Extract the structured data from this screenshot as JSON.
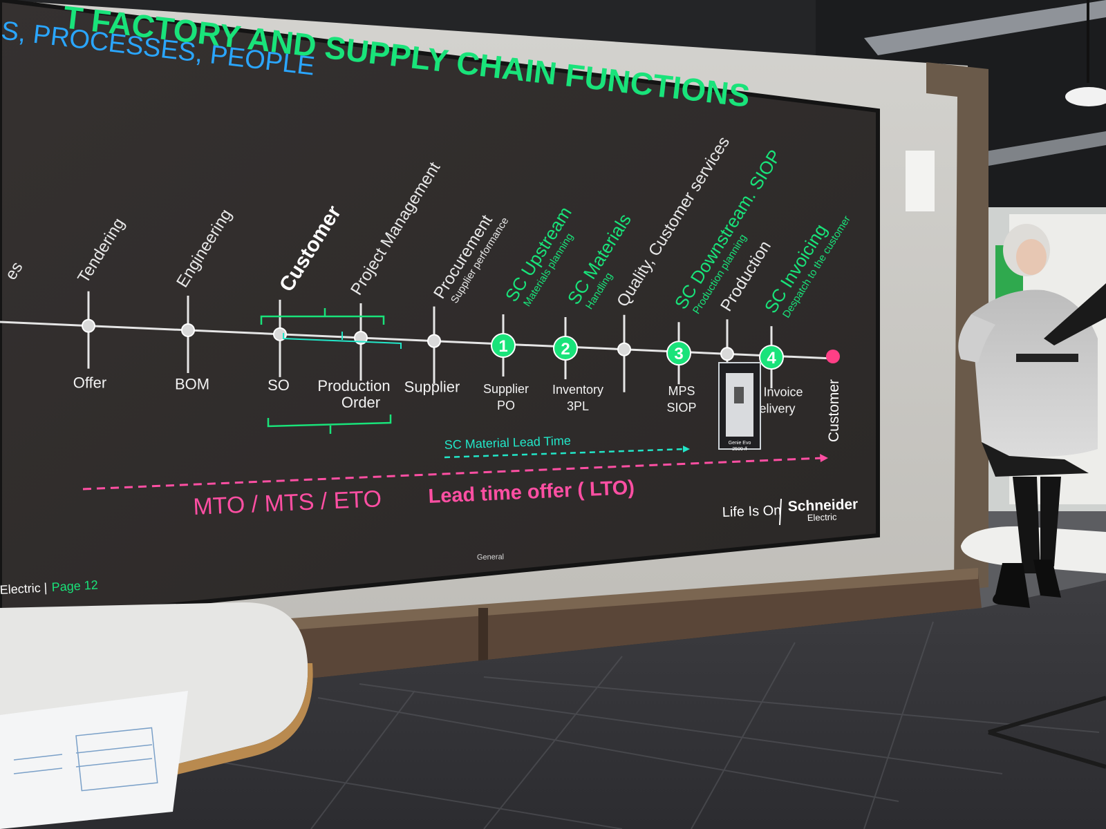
{
  "slide": {
    "title_line1": "T FACTORY AND SUPPLY CHAIN FUNCTIONS",
    "title_line2": "IS, PROCESSES, PEOPLE",
    "page_brand": "Electric |",
    "page_number": "Page 12",
    "classification": "General",
    "tagline": "Life Is On",
    "brand_name": "Schneider",
    "brand_sub": "Electric",
    "lead_time_offer": {
      "prefix": "MTO / MTS / ETO",
      "label": "Lead time offer ( LTO)"
    },
    "sc_material_lead_time": "SC Material Lead Time",
    "product_box": {
      "line1": "Genie Evo",
      "line2": "2500 /f"
    },
    "end_label": "Customer",
    "functions": [
      {
        "main": "es",
        "sub": ""
      },
      {
        "main": "Tendering",
        "sub": ""
      },
      {
        "main": "Engineering",
        "sub": ""
      },
      {
        "main": "Customer",
        "sub": ""
      },
      {
        "main": "Project Management",
        "sub": ""
      },
      {
        "main": "Procurement",
        "sub": "Supplier performance"
      },
      {
        "main": "SC Upstream",
        "sub": "Materials planning"
      },
      {
        "main": "SC Materials",
        "sub": "Handling"
      },
      {
        "main": "Quality, Customer services",
        "sub": ""
      },
      {
        "main": "SC Downstream. SIOP",
        "sub": "Production planning"
      },
      {
        "main": "Production",
        "sub": ""
      },
      {
        "main": "SC Invoicing",
        "sub": "Despatch to the customer"
      }
    ],
    "milestones": [
      {
        "line1": "Offer",
        "line2": ""
      },
      {
        "line1": "BOM",
        "line2": ""
      },
      {
        "line1": "SO",
        "line2": ""
      },
      {
        "line1": "Production",
        "line2": "Order"
      },
      {
        "line1": "Supplier",
        "line2": ""
      },
      {
        "line1": "Supplier",
        "line2": "PO"
      },
      {
        "line1": "Inventory",
        "line2": "3PL"
      },
      {
        "line1": "MPS",
        "line2": "SIOP"
      },
      {
        "line1": "FG Invoice",
        "line2": "Delivery"
      }
    ],
    "numbered_steps": [
      "1",
      "2",
      "3",
      "4"
    ]
  },
  "colors": {
    "screen": "#2f2c2b",
    "green": "#19e37a",
    "pink": "#ff4fa3",
    "cyan": "#22e6c8",
    "timeline": "#e6e6e6"
  }
}
